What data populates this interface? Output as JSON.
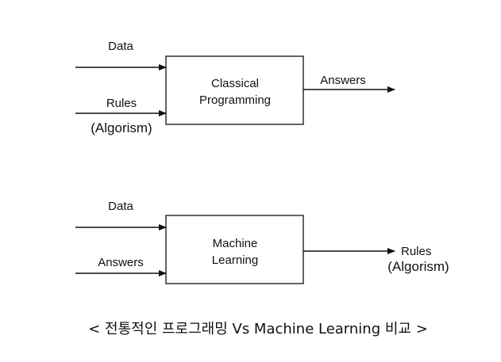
{
  "classical": {
    "input_top": "Data",
    "input_bottom": "Rules",
    "input_bottom_note": "(Algorism)",
    "box_line1": "Classical",
    "box_line2": "Programming",
    "output": "Answers"
  },
  "ml": {
    "input_top": "Data",
    "input_bottom": "Answers",
    "box_line1": "Machine",
    "box_line2": "Learning",
    "output": "Rules",
    "output_note": "(Algorism)"
  },
  "caption": "< 전통적인 프로그래밍 Vs Machine Learning 비교 >"
}
